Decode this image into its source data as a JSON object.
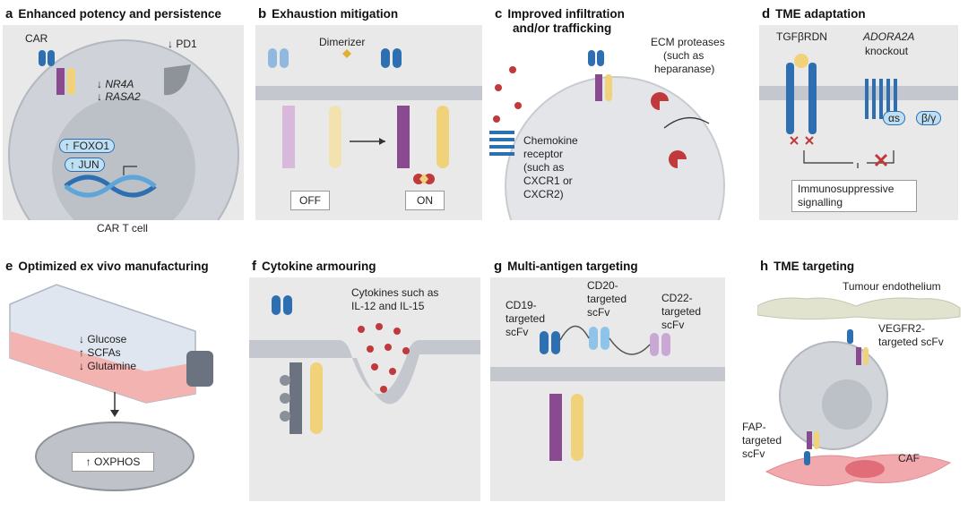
{
  "panels": {
    "a": {
      "letter": "a",
      "title": "Enhanced potency and persistence",
      "car": "CAR",
      "pd1": "↓ PD1",
      "nr4a": "↓ NR4A",
      "rasa2": "↓ RASA2",
      "foxo1": "↑ FOXO1",
      "jun": "↑ JUN",
      "cell": "CAR T cell"
    },
    "b": {
      "letter": "b",
      "title": "Exhaustion mitigation",
      "dimerizer": "Dimerizer",
      "off": "OFF",
      "on": "ON"
    },
    "c": {
      "letter": "c",
      "title1": "Improved infiltration",
      "title2": "and/or trafficking",
      "ecm1": "ECM proteases",
      "ecm2": "(such as",
      "ecm3": "heparanase)",
      "chemo1": "Chemokine",
      "chemo2": "receptor",
      "chemo3": "(such as",
      "chemo4": "CXCR1 or",
      "chemo5": "CXCR2)"
    },
    "d": {
      "letter": "d",
      "title": "TME adaptation",
      "tgf": "TGFβRDN",
      "adora": "ADORA2A",
      "knockout": "knockout",
      "alpha": "αs",
      "betagamma": "β/γ",
      "immuno1": "Immunosuppressive",
      "immuno2": "signalling"
    },
    "e": {
      "letter": "e",
      "title": "Optimized ex vivo manufacturing",
      "glucose": "↓ Glucose",
      "scfas": "↑ SCFAs",
      "glutamine": "↓ Glutamine",
      "oxphos": "↑ OXPHOS"
    },
    "f": {
      "letter": "f",
      "title": "Cytokine armouring",
      "cyt1": "Cytokines such as",
      "cyt2": "IL-12 and IL-15"
    },
    "g": {
      "letter": "g",
      "title": "Multi-antigen targeting",
      "cd19a": "CD19-",
      "cd19b": "targeted",
      "cd19c": "scFv",
      "cd20a": "CD20-",
      "cd20b": "targeted",
      "cd20c": "scFv",
      "cd22a": "CD22-",
      "cd22b": "targeted",
      "cd22c": "scFv"
    },
    "h": {
      "letter": "h",
      "title": "TME targeting",
      "endo": "Tumour endothelium",
      "vegfr1": "VEGFR2-",
      "vegfr2": "targeted scFv",
      "fap1": "FAP-",
      "fap2": "targeted",
      "fap3": "scFv",
      "caf": "CAF"
    }
  },
  "colors": {
    "panel_bg": "#e9e9e9",
    "car_blue": "#2d6fb0",
    "car_purple": "#8a4a8f",
    "car_yellow": "#efd27a",
    "membrane": "#b9bec6",
    "cytokine_red": "#c0393b",
    "flask_pink": "#f3b3b0",
    "mito_gray": "#bfc3c9"
  }
}
